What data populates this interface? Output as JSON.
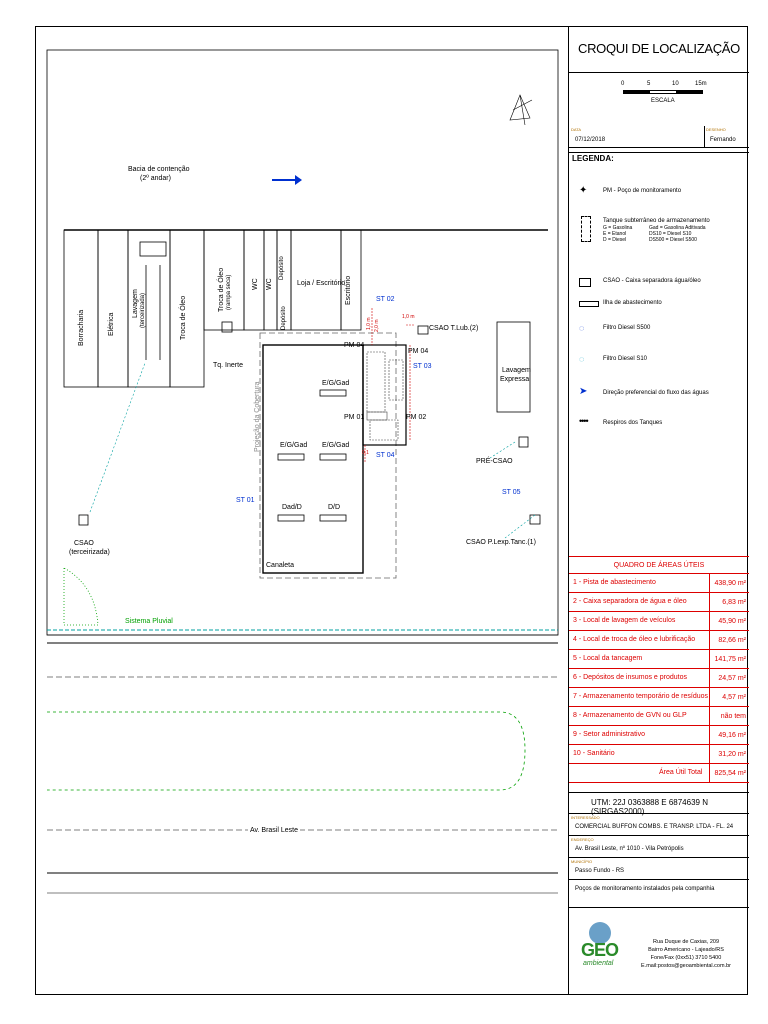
{
  "title": "CROQUI DE LOCALIZAÇÃO",
  "scale": {
    "ticks": [
      "0",
      "5",
      "10",
      "15m"
    ],
    "label": "ESCALA"
  },
  "info": {
    "date_label": "DATA",
    "date": "07/12/2018",
    "drawer_label": "DESENHO",
    "drawer": "Fernando",
    "legend_title": "LEGENDA:"
  },
  "legend": [
    {
      "icon": "monitoring-well-icon",
      "text": "PM - Poço de monitoramento"
    },
    {
      "icon": "tank-icon",
      "text": "Tanque subterrâneo de armazenamento",
      "sub": [
        "G = Gasolina",
        "Gad = Gasolina Aditivada",
        "E = Etanol",
        "DS10 = Diesel S10",
        "D = Diesel",
        "DS500 = Diesel S500"
      ]
    },
    {
      "icon": "separator-box-icon",
      "text": "CSAO - Caixa separadora água/óleo"
    },
    {
      "icon": "fuel-island-icon",
      "text": "Ilha de abastecimento"
    },
    {
      "icon": "filter-s500-icon",
      "text": "Filtro Diesel S500"
    },
    {
      "icon": "filter-s10-icon",
      "text": "Filtro Diesel S10"
    },
    {
      "icon": "flow-arrow-icon",
      "text": "Direção preferencial do fluxo das águas"
    },
    {
      "icon": "vent-icon",
      "text": "Respiros dos Tanques"
    }
  ],
  "areas": {
    "title": "QUADRO DE ÁREAS ÚTEIS",
    "rows": [
      {
        "label": "1 - Pista de abastecimento",
        "value": "438,90 m²"
      },
      {
        "label": "2 - Caixa separadora de água e óleo",
        "value": "6,83 m²"
      },
      {
        "label": "3 - Local de lavagem de veículos",
        "value": "45,90 m²"
      },
      {
        "label": "4 - Local de troca de óleo e lubrificação",
        "value": "82,66 m²"
      },
      {
        "label": "5 - Local da tancagem",
        "value": "141,75 m²"
      },
      {
        "label": "6 - Depósitos de insumos e produtos",
        "value": "24,57 m²"
      },
      {
        "label": "7 - Armazenamento temporário de resíduos",
        "value": "4,57 m²"
      },
      {
        "label": "8 - Armazenamento de GVN ou GLP",
        "value": "não tem"
      },
      {
        "label": "9 - Setor administrativo",
        "value": "49,16 m²"
      },
      {
        "label": "10 - Sanitário",
        "value": "31,20 m²"
      }
    ],
    "total_label": "Área Útil Total",
    "total_value": "825,54 m²"
  },
  "utm": "UTM: 22J 0363888 E 6874639 N (SIRGAS2000)",
  "client": {
    "label_interessado": "INTERESSADO",
    "interessado": "COMERCIAL BUFFON COMBS. E TRANSP. LTDA - FL. 24",
    "label_endereco": "ENDEREÇO",
    "endereco": "Av. Brasil Leste, nº 1010 - Vila Petrópolis",
    "label_municipio": "MUNICÍPIO",
    "municipio": "Passo Fundo - RS",
    "note": "Poços de monitoramento instalados pela companhia"
  },
  "company": {
    "logo_text": "GEO",
    "logo_sub": "ambiental",
    "address1": "Rua Duque de Caxias, 209",
    "address2": "Bairro Americano - Lajeado/RS",
    "phone": "Fone/Fax (0xx51) 3710 5400",
    "email": "E.mail:postos@geoambiental.com.br"
  },
  "map": {
    "bacia": "Bacia de contenção",
    "bacia2": "(2º andar)",
    "rooms": [
      "Borracharia",
      "Elétrica",
      "Lavagem",
      "(terceirizada)",
      "Troca de Óleo",
      "Troca de Óleo",
      "(rampa seca)",
      "WC",
      "WC",
      "Depósito",
      "Depósito",
      "Loja / Escritório",
      "Escritório"
    ],
    "tq_inerte": "Tq. Inerte",
    "cobertura": "Projeção da Cobertura",
    "csao_tlub": "CSAO T.Lub.(2)",
    "csao_terc": "CSAO",
    "csao_terc2": "(terceirizada)",
    "pre_csao": "PRÉ-CSAO",
    "csao_plexp": "CSAO P.Lexp.Tanc.(1)",
    "lavagem_expressa": "Lavagem",
    "lavagem_expressa2": "Expressa",
    "islands": [
      "E/G/Gad",
      "E/G/Gad",
      "E/G/Gad",
      "Dad/D",
      "D/D"
    ],
    "pms": [
      "PM 04",
      "PM 04",
      "PM 01",
      "PM 02"
    ],
    "sts": [
      "ST 02",
      "ST 03",
      "ST 04",
      "ST 01",
      "ST 05"
    ],
    "dims": [
      "1,0 m",
      "2,0 m",
      "1,0 m",
      "0,1"
    ],
    "canaleta": "Canaleta",
    "pluvial": "Sistema Pluvial",
    "avenue": "Av. Brasil Leste"
  }
}
